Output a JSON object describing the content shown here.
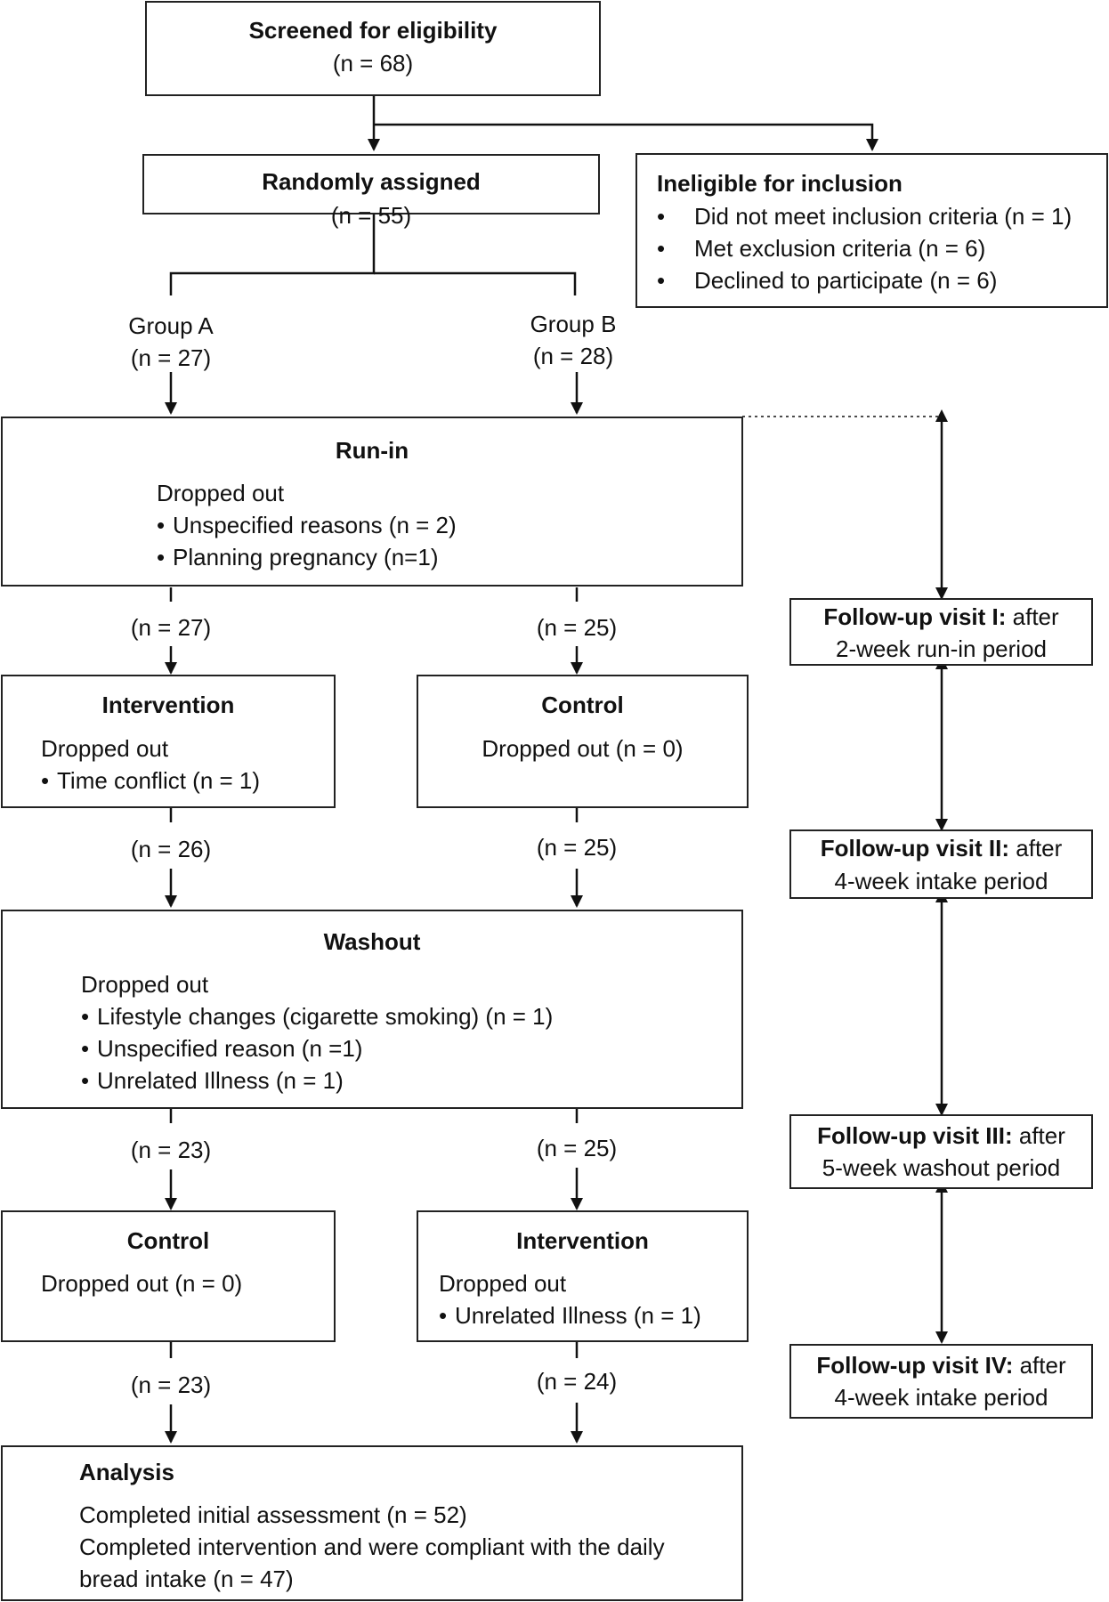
{
  "screened": {
    "title": "Screened for eligibility",
    "n": "(n = 68)"
  },
  "randomized": {
    "title": "Randomly assigned",
    "n": "(n = 55)"
  },
  "ineligible": {
    "title": "Ineligible for inclusion",
    "items": [
      "Did not meet inclusion criteria (n = 1)",
      "Met exclusion criteria (n = 6)",
      "Declined to participate (n = 6)"
    ]
  },
  "groups": {
    "a": {
      "name": "Group A",
      "n": "(n = 27)"
    },
    "b": {
      "name": "Group B",
      "n": "(n = 28)"
    }
  },
  "runin": {
    "title": "Run-in",
    "dropped": "Dropped out",
    "items": [
      "Unspecified reasons (n = 2)",
      "Planning pregnancy (n=1)"
    ]
  },
  "after_runin": {
    "left": "(n = 27)",
    "right": "(n = 25)"
  },
  "period1_left": {
    "title": "Intervention",
    "dropped": "Dropped out",
    "items": [
      "Time conflict (n = 1)"
    ]
  },
  "period1_right": {
    "title": "Control",
    "dropped": "Dropped out (n = 0)"
  },
  "after_period1": {
    "left": "(n = 26)",
    "right": "(n = 25)"
  },
  "washout": {
    "title": "Washout",
    "dropped": "Dropped out",
    "items": [
      "Lifestyle changes (cigarette smoking) (n = 1)",
      "Unspecified reason (n =1)",
      "Unrelated Illness (n = 1)"
    ]
  },
  "after_washout": {
    "left": "(n = 23)",
    "right": "(n = 25)"
  },
  "period2_left": {
    "title": "Control",
    "dropped": "Dropped out (n = 0)"
  },
  "period2_right": {
    "title": "Intervention",
    "dropped": "Dropped out",
    "items": [
      "Unrelated Illness (n = 1)"
    ]
  },
  "after_period2": {
    "left": "(n = 23)",
    "right": "(n = 24)"
  },
  "analysis": {
    "title": "Analysis",
    "line1": "Completed initial assessment (n = 52)",
    "line2": "Completed intervention and were compliant with the daily",
    "line3": "bread intake (n = 47)"
  },
  "followups": [
    {
      "bold": "Follow-up visit I:",
      "rest": " after",
      "line2": "2-week run-in period"
    },
    {
      "bold": "Follow-up visit II:",
      "rest": " after",
      "line2": "4-week intake period"
    },
    {
      "bold": "Follow-up visit III:",
      "rest": " after",
      "line2": "5-week washout period"
    },
    {
      "bold": "Follow-up visit IV:",
      "rest": " after",
      "line2": "4-week intake period"
    }
  ]
}
